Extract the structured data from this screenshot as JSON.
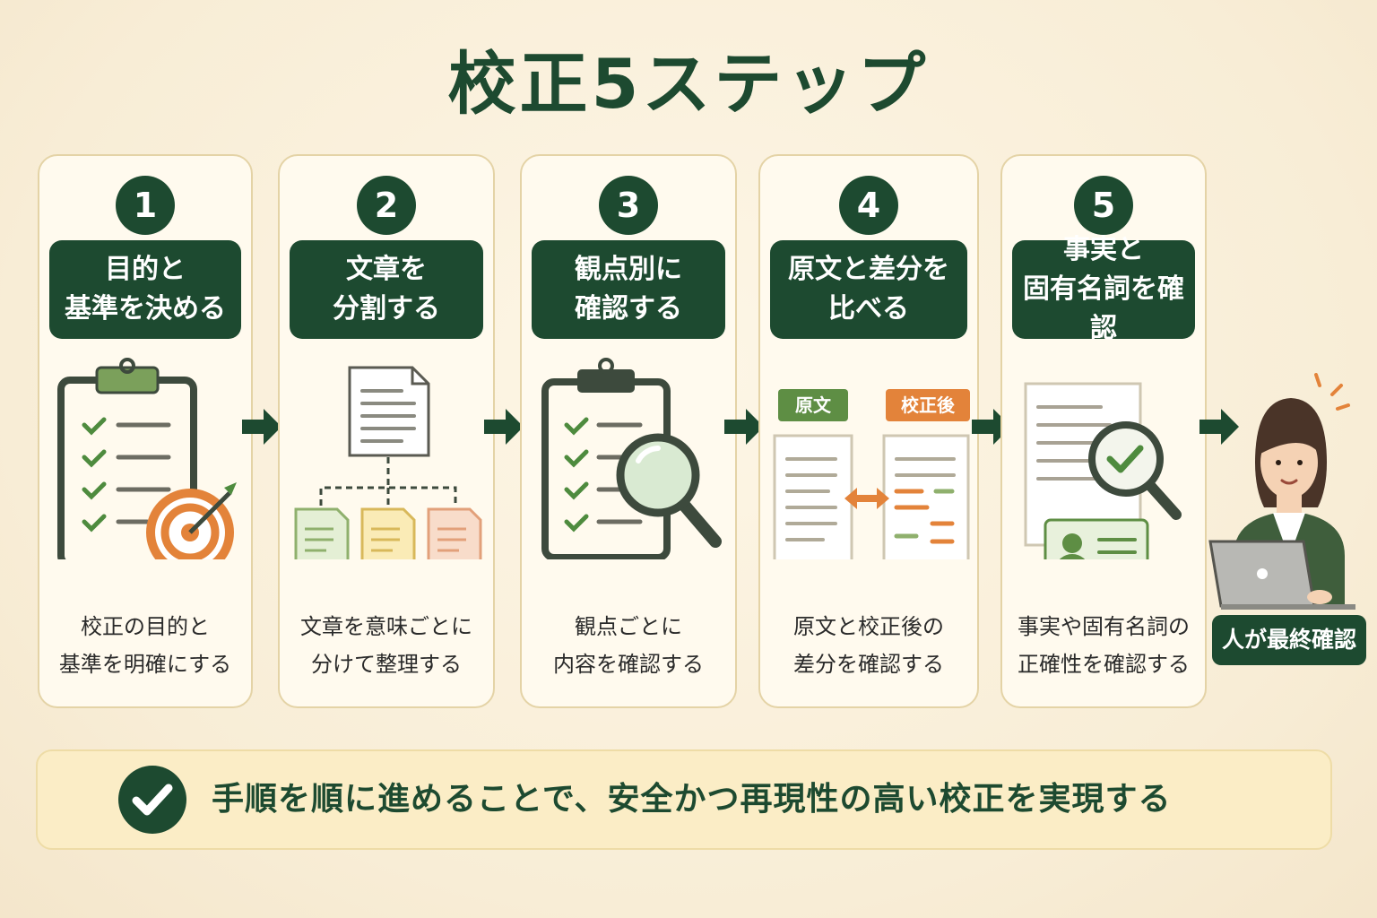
{
  "title": "校正5ステップ",
  "steps": [
    {
      "number": "1",
      "label": "目的と\n基準を決める",
      "description": "校正の目的と\n基準を明確にする"
    },
    {
      "number": "2",
      "label": "文章を\n分割する",
      "description": "文章を意味ごとに\n分けて整理する"
    },
    {
      "number": "3",
      "label": "観点別に\n確認する",
      "description": "観点ごとに\n内容を確認する"
    },
    {
      "number": "4",
      "label": "原文と差分を\n比べる",
      "description": "原文と校正後の\n差分を確認する"
    },
    {
      "number": "5",
      "label": "事実と\n固有名詞を確認",
      "description": "事実や固有名詞の\n正確性を確認する"
    }
  ],
  "compare_tags": {
    "original": "原文",
    "revised": "校正後"
  },
  "final_step": {
    "label": "人が最終確認"
  },
  "summary": {
    "text": "手順を順に進めることで、安全かつ再現性の高い校正を実現する"
  },
  "colors": {
    "primary_green": "#1d4a30",
    "accent_orange": "#e3833a",
    "light_green": "#7ba05b",
    "background": "#fdf6e6"
  }
}
